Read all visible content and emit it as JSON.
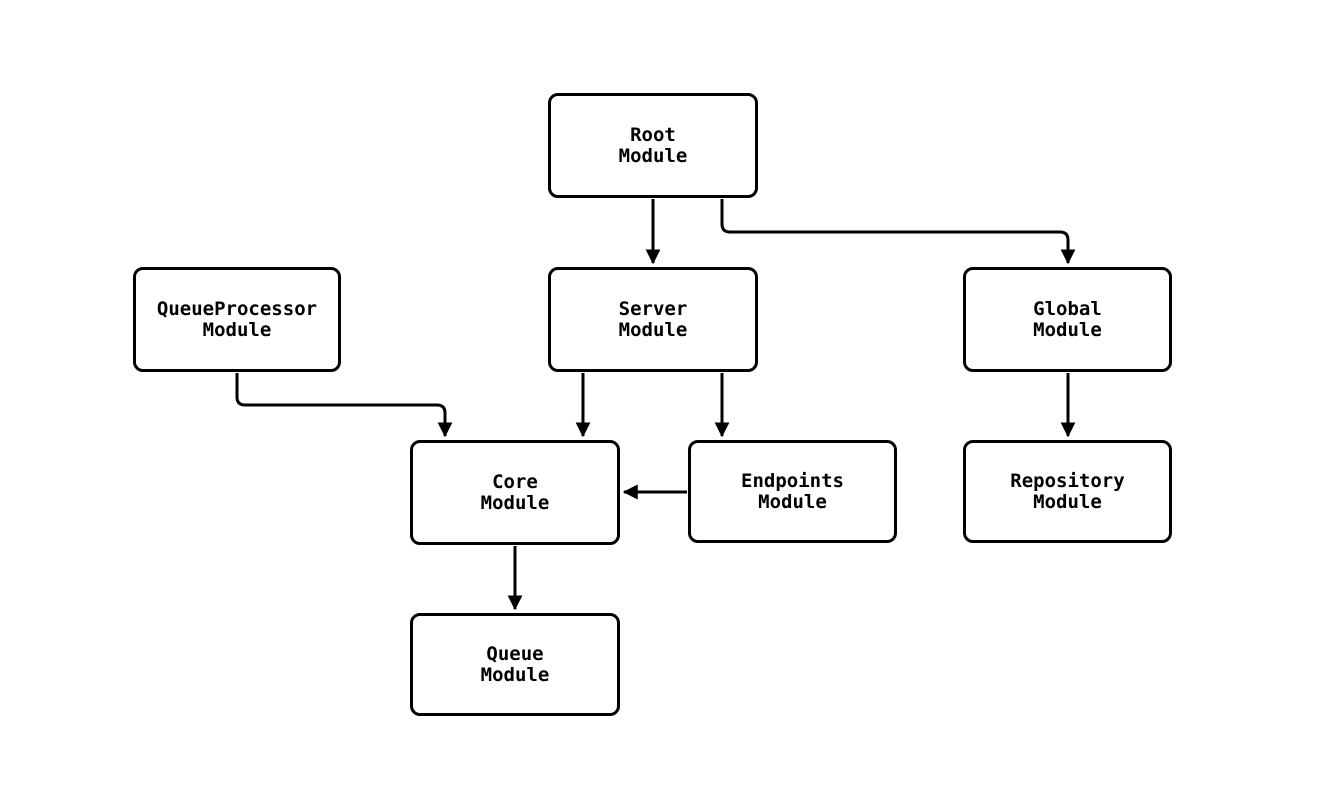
{
  "diagram": {
    "type": "flowchart",
    "direction": "top-down",
    "background": "#ffffff",
    "colors": {
      "node_fill": "#ffffff",
      "node_border": "#000000",
      "edge": "#000000",
      "text": "#000000"
    },
    "nodes": {
      "root": {
        "line1": "Root",
        "line2": "Module"
      },
      "queue_processor": {
        "line1": "QueueProcessor",
        "line2": "Module"
      },
      "server": {
        "line1": "Server",
        "line2": "Module"
      },
      "global": {
        "line1": "Global",
        "line2": "Module"
      },
      "core": {
        "line1": "Core",
        "line2": "Module"
      },
      "endpoints": {
        "line1": "Endpoints",
        "line2": "Module"
      },
      "repository": {
        "line1": "Repository",
        "line2": "Module"
      },
      "queue": {
        "line1": "Queue",
        "line2": "Module"
      }
    },
    "edges": [
      {
        "from": "Root Module",
        "to": "Server Module"
      },
      {
        "from": "Root Module",
        "to": "Global Module"
      },
      {
        "from": "QueueProcessor Module",
        "to": "Core Module"
      },
      {
        "from": "Server Module",
        "to": "Core Module"
      },
      {
        "from": "Server Module",
        "to": "Endpoints Module"
      },
      {
        "from": "Endpoints Module",
        "to": "Core Module"
      },
      {
        "from": "Global Module",
        "to": "Repository Module"
      },
      {
        "from": "Core Module",
        "to": "Queue Module"
      }
    ]
  }
}
